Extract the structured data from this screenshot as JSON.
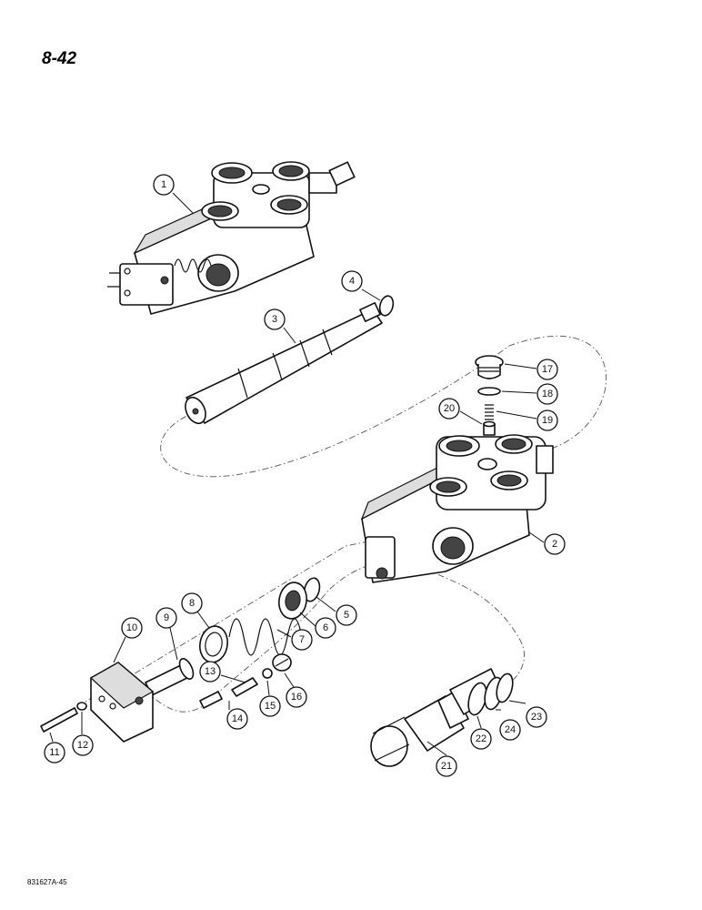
{
  "page_number": "8-42",
  "figure_code": "831627A-45",
  "callouts": [
    "1",
    "2",
    "3",
    "4",
    "5",
    "6",
    "7",
    "8",
    "9",
    "10",
    "11",
    "12",
    "13",
    "14",
    "15",
    "16",
    "17",
    "18",
    "19",
    "20",
    "21",
    "22",
    "23",
    "24"
  ]
}
